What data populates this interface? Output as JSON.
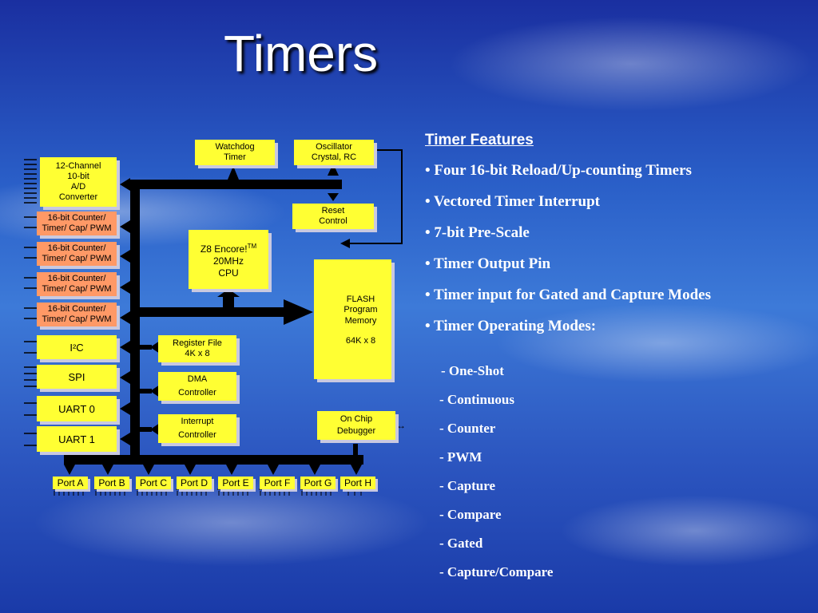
{
  "slide": {
    "title": "Timers"
  },
  "diagram": {
    "adc": {
      "line1": "12-Channel",
      "line2": "10-bit",
      "line3": "A/D",
      "line4": "Converter"
    },
    "counters": [
      {
        "line1": "16-bit Counter/",
        "line2": "Timer/ Cap/ PWM"
      },
      {
        "line1": "16-bit Counter/",
        "line2": "Timer/ Cap/ PWM"
      },
      {
        "line1": "16-bit Counter/",
        "line2": "Timer/ Cap/ PWM"
      },
      {
        "line1": "16-bit Counter/",
        "line2": "Timer/ Cap/ PWM"
      }
    ],
    "i2c": "I²C",
    "spi": "SPI",
    "uart0": "UART 0",
    "uart1": "UART 1",
    "watchdog": {
      "line1": "Watchdog",
      "line2": "Timer"
    },
    "oscillator": {
      "line1": "Oscillator",
      "line2": "Crystal, RC"
    },
    "reset": {
      "line1": "Reset",
      "line2": "Control"
    },
    "cpu": {
      "line1": "Z8 Encore!",
      "tm": "TM",
      "line2": "20MHz",
      "line3": "CPU"
    },
    "flash": {
      "line1": "FLASH",
      "line2": "Program",
      "line3": "Memory",
      "line4": "64K x 8"
    },
    "register": {
      "line1": "Register File",
      "line2": "4K x 8"
    },
    "dma": {
      "line1": "DMA",
      "line2": "Controller"
    },
    "interrupt": {
      "line1": "Interrupt",
      "line2": "Controller"
    },
    "debugger": {
      "line1": "On Chip",
      "line2": "Debugger"
    },
    "ports": [
      "Port A",
      "Port B",
      "Port C",
      "Port D",
      "Port E",
      "Port F",
      "Port G",
      "Port H"
    ]
  },
  "features": {
    "heading": "Timer Features",
    "items": [
      "• Four 16-bit Reload/Up-counting Timers",
      "• Vectored Timer Interrupt",
      "• 7-bit Pre-Scale",
      "• Timer Output Pin",
      "• Timer input for Gated and Capture Modes",
      "• Timer Operating Modes:"
    ],
    "modes": [
      "- One-Shot",
      "- Continuous",
      "- Counter",
      "- PWM",
      "- Capture",
      "- Compare",
      "- Gated",
      "- Capture/Compare"
    ]
  }
}
